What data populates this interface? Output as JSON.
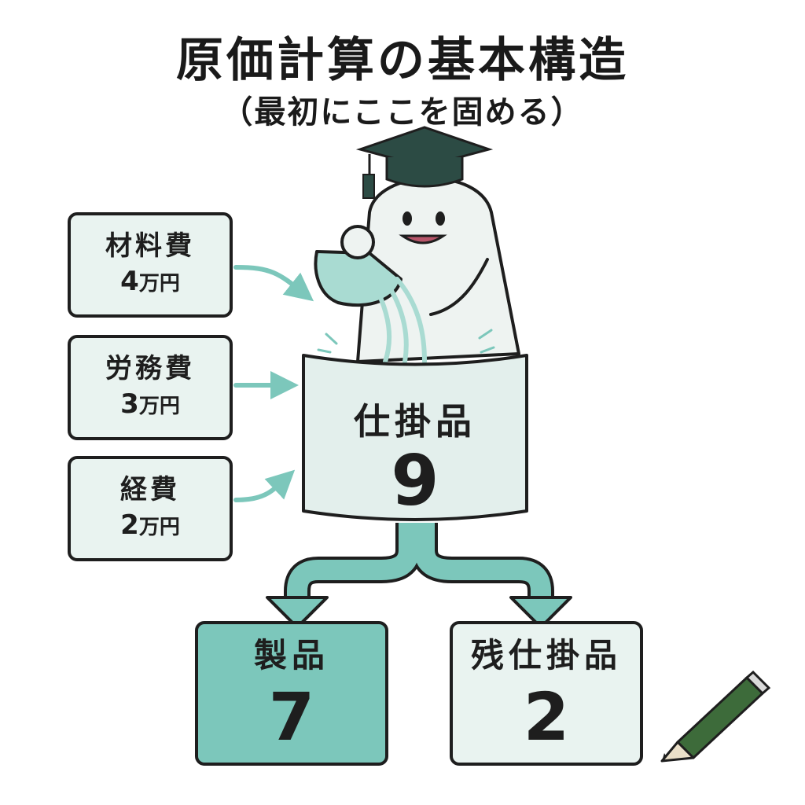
{
  "title": "原価計算の基本構造",
  "subtitle": "（最初にここを固める）",
  "inputs": [
    {
      "name": "材料費",
      "amount": "4",
      "unit": "万円"
    },
    {
      "name": "労務費",
      "amount": "3",
      "unit": "万円"
    },
    {
      "name": "経費",
      "amount": "2",
      "unit": "万円"
    }
  ],
  "wip": {
    "name": "仕掛品",
    "value": "9"
  },
  "outputs": [
    {
      "name": "製品",
      "value": "7"
    },
    {
      "name": "残仕掛品",
      "value": "2"
    }
  ],
  "colors": {
    "accent": "#7cc7bb",
    "box_fill": "#e9f3f0",
    "product_fill": "#7cc7bb",
    "outline": "#1e1e1e",
    "pencil": "#3d6b3a"
  }
}
